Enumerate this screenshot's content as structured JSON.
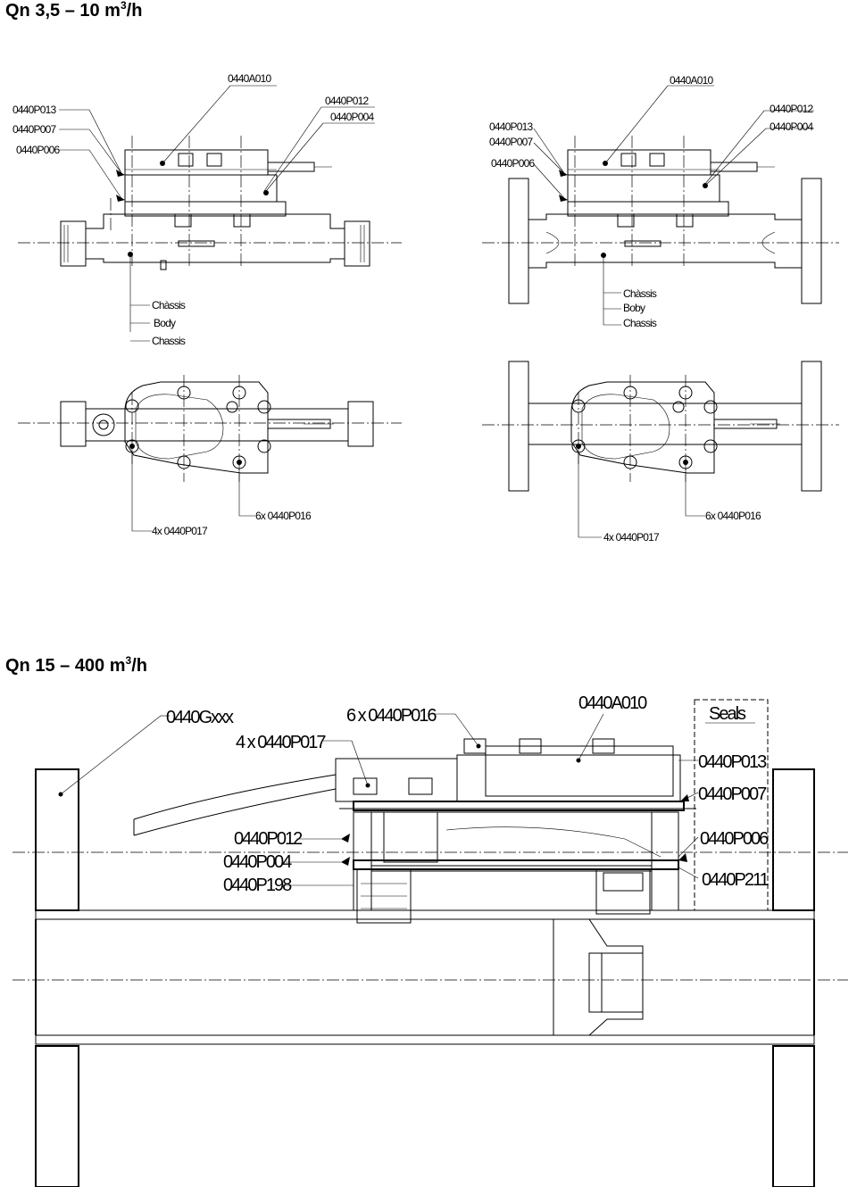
{
  "section_top": {
    "title": "Qn 3,5 – 10 m",
    "title_sup": "3",
    "title_end": "/h",
    "view1": {
      "label_0440A010": "0440A010",
      "label_0440P013": "0440P013",
      "label_0440P007": "0440P007",
      "label_0440P006": "0440P006",
      "label_0440P012": "0440P012",
      "label_0440P004": "0440P004"
    },
    "view2": {
      "label_0440A010": "0440A010",
      "label_0440P013": "0440P013",
      "label_0440P007": "0440P007",
      "label_0440P006": "0440P006",
      "label_0440P012": "0440P012",
      "label_0440P004": "0440P004"
    },
    "body_labels_1": [
      "Chàssis",
      "Body",
      "Chassis"
    ],
    "body_labels_2": [
      "Chàssis",
      "Boby",
      "Chassis"
    ],
    "plan1": {
      "label_a": "4x 0440P017",
      "label_b": "6x 0440P016"
    },
    "plan2": {
      "label_a": "4x 0440P017",
      "label_b": "6x 0440P016"
    }
  },
  "section_bottom": {
    "title": "Qn 15 – 400 m",
    "title_sup": "3",
    "title_end": "/h",
    "label_0440Gxxx": "0440Gxxx",
    "label_0440P016": "6 x 0440P016",
    "label_0440P017": "4 x 0440P017",
    "label_0440A010": "0440A010",
    "seals_title": "Seals",
    "seals": [
      "0440P013",
      "0440P007",
      "0440P006",
      "0440P211"
    ],
    "left_labels": [
      "0440P012",
      "0440P004",
      "0440P198"
    ]
  },
  "colors": {
    "line": "#000000",
    "background": "#ffffff"
  }
}
